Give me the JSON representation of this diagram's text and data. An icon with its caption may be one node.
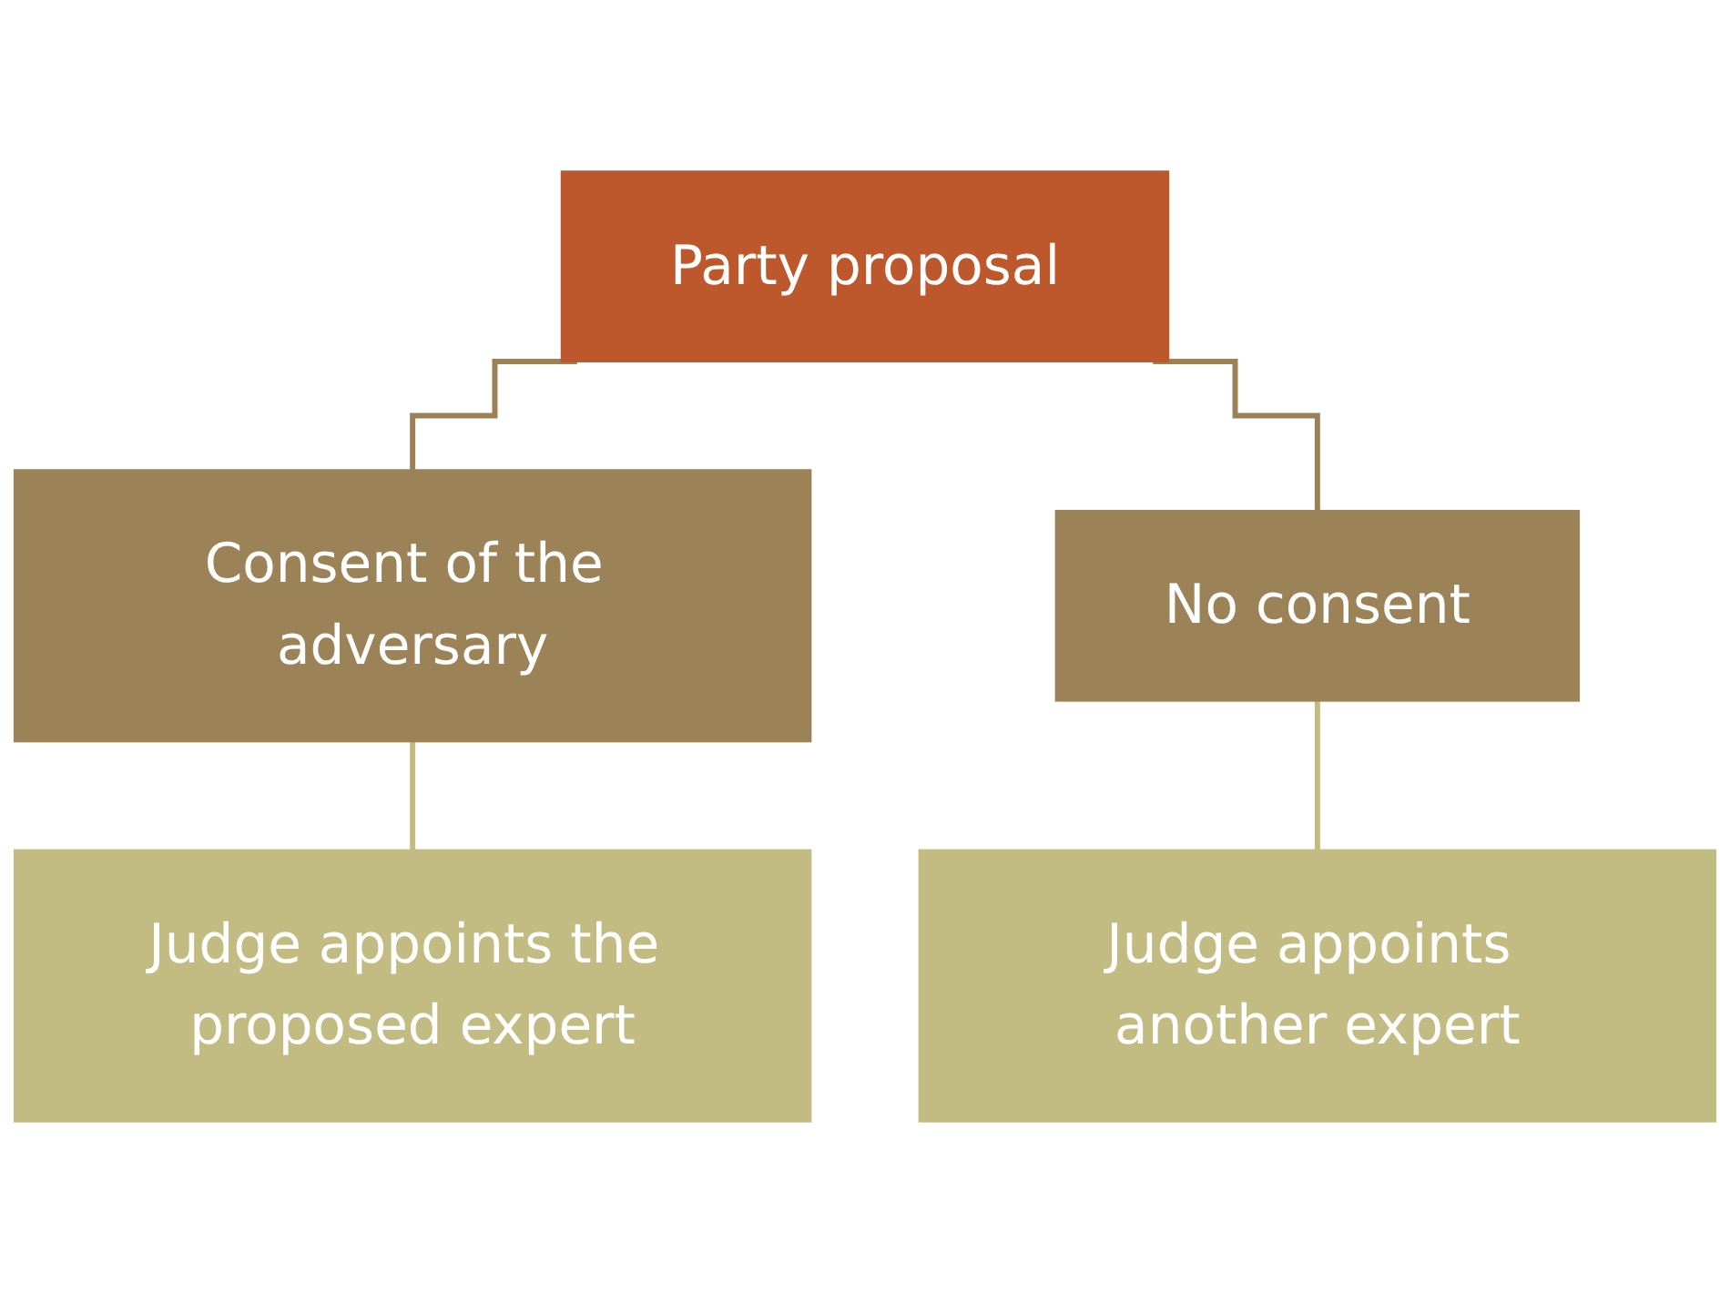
{
  "diagram": {
    "nodes": [
      {
        "text": [
          "Party proposal"
        ]
      },
      {
        "text": [
          "Consent of the adversary"
        ]
      },
      {
        "text": [
          "No consent"
        ]
      },
      {
        "text": [
          "Judge appoints the proposed expert"
        ]
      },
      {
        "text": [
          "Judge appoints another expert"
        ]
      }
    ],
    "edges": [
      {
        "from": 0,
        "to": 1,
        "arrow": "none",
        "color": "#9c8157"
      },
      {
        "from": 0,
        "to": 2,
        "arrow": "none",
        "color": "#9c8157"
      },
      {
        "from": 1,
        "to": 3,
        "arrow": "none",
        "color": "#c3bb80"
      },
      {
        "from": 2,
        "to": 4,
        "arrow": "none",
        "color": "#c3bb80"
      }
    ]
  }
}
